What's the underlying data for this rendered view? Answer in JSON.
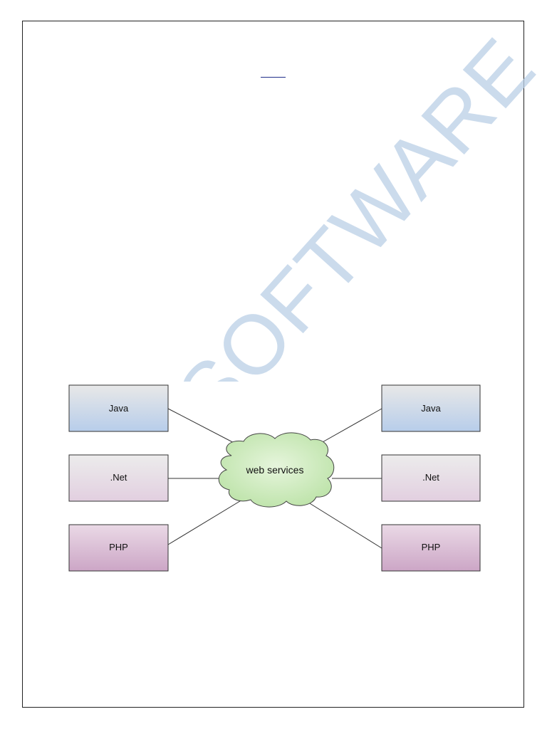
{
  "watermark": {
    "text": "CH SOFTWARE",
    "color": "#b9cfe6"
  },
  "diagram": {
    "center": {
      "label": "web services",
      "fill": "#bde3a9"
    },
    "left_nodes": [
      {
        "label": "Java",
        "gradient": [
          "#e8e8e8",
          "#b7cdea"
        ]
      },
      {
        "label": ".Net",
        "gradient": [
          "#ececec",
          "#e2cfe0"
        ]
      },
      {
        "label": "PHP",
        "gradient": [
          "#ead9e6",
          "#cca6c6"
        ]
      }
    ],
    "right_nodes": [
      {
        "label": "Java",
        "gradient": [
          "#e8e8e8",
          "#b7cdea"
        ]
      },
      {
        "label": ".Net",
        "gradient": [
          "#ececec",
          "#e2cfe0"
        ]
      },
      {
        "label": "PHP",
        "gradient": [
          "#ead9e6",
          "#cca6c6"
        ]
      }
    ]
  }
}
